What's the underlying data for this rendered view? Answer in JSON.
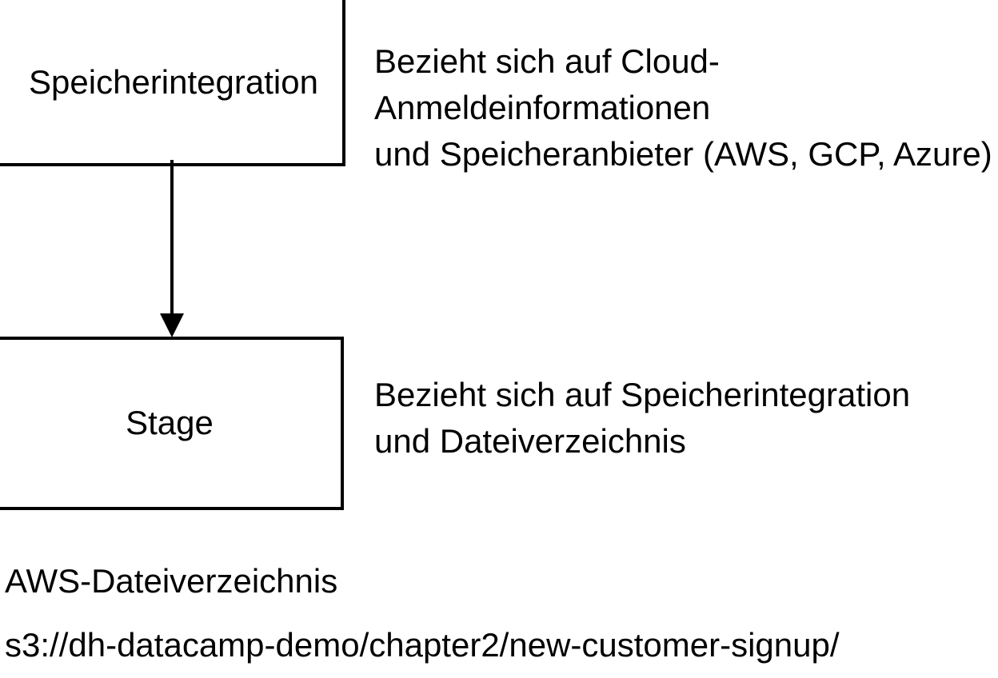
{
  "diagram": {
    "background_color": "#ffffff",
    "line_color": "#000000",
    "nodes": [
      {
        "id": "storage-integration",
        "label": "Speicherintegration",
        "annotation": "Bezieht sich auf Cloud-Anmeldeinformationen und Speicheranbieter (AWS, GCP, Azure)"
      },
      {
        "id": "stage",
        "label": "Stage",
        "annotation": "Bezieht sich auf Speicherintegration und Dateiverzeichnis"
      }
    ],
    "edges": [
      {
        "id": "storage-integration-to-stage",
        "from": "storage-integration",
        "to": "stage",
        "style": "solid-arrow",
        "direction": "down"
      }
    ],
    "annotations": {
      "credentials": "Bezieht sich auf Cloud-Anmeldeinformationen\nund Speicheranbieter (AWS, GCP, Azure)",
      "stage": "Bezieht sich auf Speicherintegration\nund Dateiverzeichnis"
    },
    "footer": {
      "heading": "AWS-Dateiverzeichnis",
      "path": "s3://dh-datacamp-demo/chapter2/new-customer-signup/"
    },
    "icons": {
      "arrow": "down-arrow-icon"
    }
  }
}
